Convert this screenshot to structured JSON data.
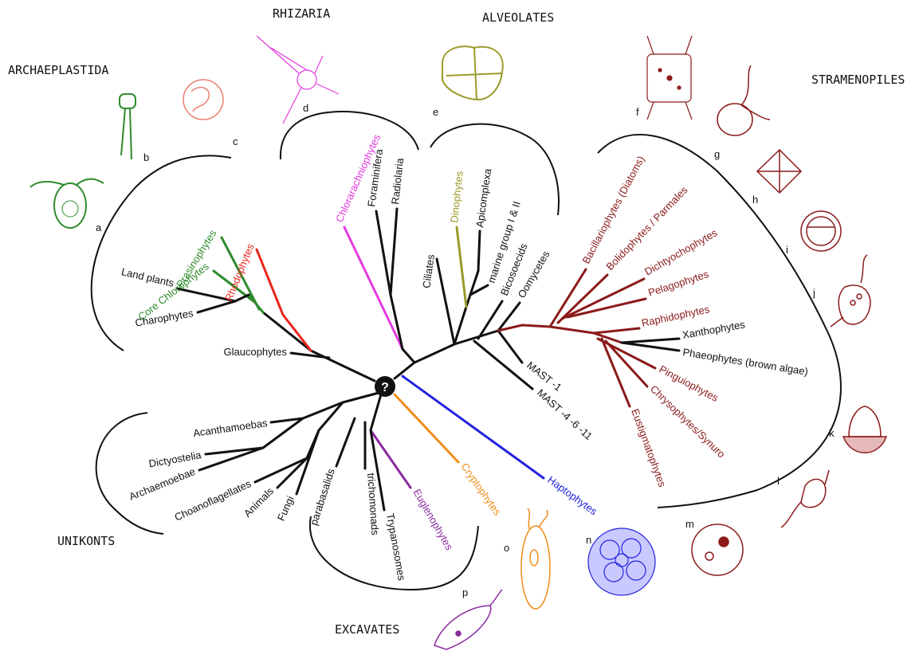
{
  "colors": {
    "black": "#111111",
    "green": "#2e8b2e",
    "red": "#e8241c",
    "magenta": "#e43be0",
    "olive": "#9a9a2a",
    "darkred": "#8b1a1a",
    "orange": "#f08c1a",
    "blue": "#2323e0",
    "purple": "#8a2a9e",
    "coral": "#e88070"
  },
  "root_symbol": "?",
  "groups": {
    "archaeplastida": "ARCHAEPLASTIDA",
    "rhizaria": "RHIZARIA",
    "alveolates": "ALVEOLATES",
    "stramenopiles": "STRAMENOPILES",
    "unikonts": "UNIKONTS",
    "excavates": "EXCAVATES"
  },
  "taxa": {
    "prasinophytes": "Prasinophytes",
    "core_chlorophytes": "Core Chlorophytes",
    "rhodophytes": "Rhodophytes",
    "land_plants": "Land plants",
    "charophytes": "Charophytes",
    "glaucophytes": "Glaucophytes",
    "chlorarachniophytes": "Chlorarachniophytes",
    "foraminifera": "Foraminifera",
    "radiolaria": "Radiolaria",
    "dinophytes": "Dinophytes",
    "apicomplexa": "Apicomplexa",
    "ciliates": "Ciliates",
    "marine_group": "marine group I & II",
    "bicosoecids": "Bicosoecids",
    "oomycetes": "Oomycetes",
    "mast1": "MAST -1",
    "mast4611": "MAST -4 -6 -11",
    "bacillariophytes": "Bacillariophytes (Diatoms)",
    "bolidophytes": "Bolidophytes / Parmales",
    "dichtyochophytes": "Dichtyochophytes",
    "pelagophytes": "Pelagophytes",
    "raphidophytes": "Raphidophytes",
    "xanthophytes": "Xanthophytes",
    "phaeophytes": "Phaeophytes (brown algae)",
    "pinguiophytes": "Pinguiophytes",
    "chrysophytes": "Chrysophytes/Synuro",
    "eustigmatophytes": "Eustigmatophytes",
    "haptophytes": "Haptophytes",
    "cryptophytes": "Cryptophytes",
    "euglenophytes": "Euglenophytes",
    "trypanosomes": "Trypanosomes",
    "trichomonads": "trichomonads",
    "parabasalids": "parabasalids",
    "acanthamoebas": "Acanthamoebas",
    "dictyostelia": "Dictyostelia",
    "archaemoebae": "Archaemoebae",
    "choanoflagellates": "Choanoflagellates",
    "animals": "Animals",
    "fungi": "Fungi"
  },
  "letters": {
    "a": "a",
    "b": "b",
    "c": "c",
    "d": "d",
    "e": "e",
    "f": "f",
    "g": "g",
    "h": "h",
    "i": "i",
    "j": "j",
    "k": "k",
    "l": "l",
    "m": "m",
    "n": "n",
    "o": "o",
    "p": "p"
  }
}
